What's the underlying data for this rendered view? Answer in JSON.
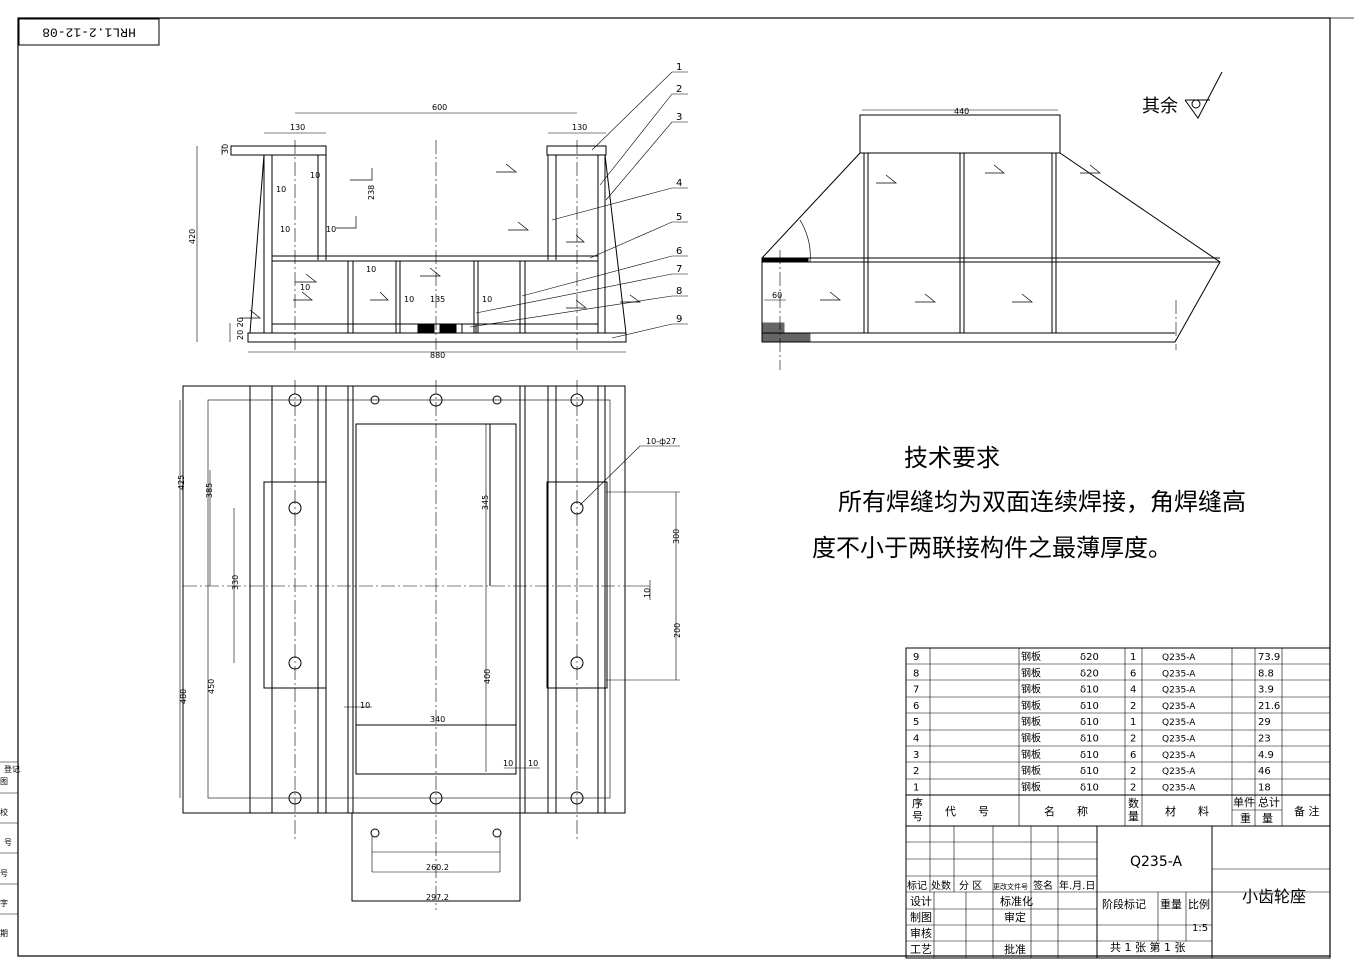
{
  "drawing_code": "HRL1.2-12-08",
  "weld_note": "其余",
  "part_numbers": [
    "1",
    "2",
    "3",
    "4",
    "5",
    "6",
    "7",
    "8",
    "9"
  ],
  "dims_front": {
    "d600": "600",
    "d130a": "130",
    "d130b": "130",
    "d30": "30",
    "d238": "238",
    "d420": "420",
    "d10a": "10",
    "d10b": "10",
    "d10c": "10",
    "d10d": "10",
    "d10e": "10",
    "d10f": "10",
    "d10g": "10",
    "d10h": "10",
    "d2020": "20 20",
    "d135": "135",
    "d880": "880"
  },
  "dims_side": {
    "d440": "440",
    "d60": "60"
  },
  "dims_plan": {
    "hole": "10-ф27",
    "d425": "425",
    "d385": "385",
    "d345": "345",
    "d300a": "300",
    "d330": "330",
    "d10": "10",
    "d200": "200",
    "d400": "400",
    "d480": "480",
    "d450": "450",
    "d340": "340",
    "d10b": "10",
    "d10c": "10",
    "d10d": "10",
    "d2602": "260.2",
    "d2972": "297.2"
  },
  "tech": {
    "title": "技术要求",
    "line1": "所有焊缝均为双面连续焊接，角焊缝高",
    "line2": "度不小于两联接构件之最薄厚度。"
  },
  "bom": {
    "rows": [
      {
        "no": "9",
        "code": "",
        "name": "钢板",
        "spec": "δ20",
        "qty": "1",
        "material": "Q235-A",
        "unit": "",
        "total": "73.9",
        "note": ""
      },
      {
        "no": "8",
        "code": "",
        "name": "钢板",
        "spec": "δ20",
        "qty": "6",
        "material": "Q235-A",
        "unit": "",
        "total": "8.8",
        "note": ""
      },
      {
        "no": "7",
        "code": "",
        "name": "钢板",
        "spec": "δ10",
        "qty": "4",
        "material": "Q235-A",
        "unit": "",
        "total": "3.9",
        "note": ""
      },
      {
        "no": "6",
        "code": "",
        "name": "钢板",
        "spec": "δ10",
        "qty": "2",
        "material": "Q235-A",
        "unit": "",
        "total": "21.6",
        "note": ""
      },
      {
        "no": "5",
        "code": "",
        "name": "钢板",
        "spec": "δ10",
        "qty": "1",
        "material": "Q235-A",
        "unit": "",
        "total": "29",
        "note": ""
      },
      {
        "no": "4",
        "code": "",
        "name": "钢板",
        "spec": "δ10",
        "qty": "2",
        "material": "Q235-A",
        "unit": "",
        "total": "23",
        "note": ""
      },
      {
        "no": "3",
        "code": "",
        "name": "钢板",
        "spec": "δ10",
        "qty": "6",
        "material": "Q235-A",
        "unit": "",
        "total": "4.9",
        "note": ""
      },
      {
        "no": "2",
        "code": "",
        "name": "钢板",
        "spec": "δ10",
        "qty": "2",
        "material": "Q235-A",
        "unit": "",
        "total": "46",
        "note": ""
      },
      {
        "no": "1",
        "code": "",
        "name": "钢板",
        "spec": "δ10",
        "qty": "2",
        "material": "Q235-A",
        "unit": "",
        "total": "18",
        "note": ""
      }
    ],
    "header": {
      "no1": "序",
      "no2": "号",
      "code": "代　　号",
      "name": "名　　称",
      "qty1": "数",
      "qty2": "量",
      "material": "材　　料",
      "unit1": "单件",
      "total1": "总计",
      "weight": "重　量",
      "note": "备 注"
    }
  },
  "title_block": {
    "material": "Q235-A",
    "part_name": "小齿轮座",
    "row_marks": [
      "标记",
      "处数",
      "分 区",
      "更改文件号",
      "签名",
      "年.月.日"
    ],
    "design": "设计",
    "standard": "标准化",
    "drawn": "制图",
    "review": "审定",
    "check": "审核",
    "process": "工艺",
    "approve": "批准",
    "stage": "阶段标记",
    "weight": "重量",
    "scale_label": "比例",
    "scale": "1:5",
    "sheets": "共 1 张 第 1 张"
  },
  "margin_labels": [
    "登记",
    "图",
    "校",
    "号",
    "号",
    "字",
    "期"
  ]
}
